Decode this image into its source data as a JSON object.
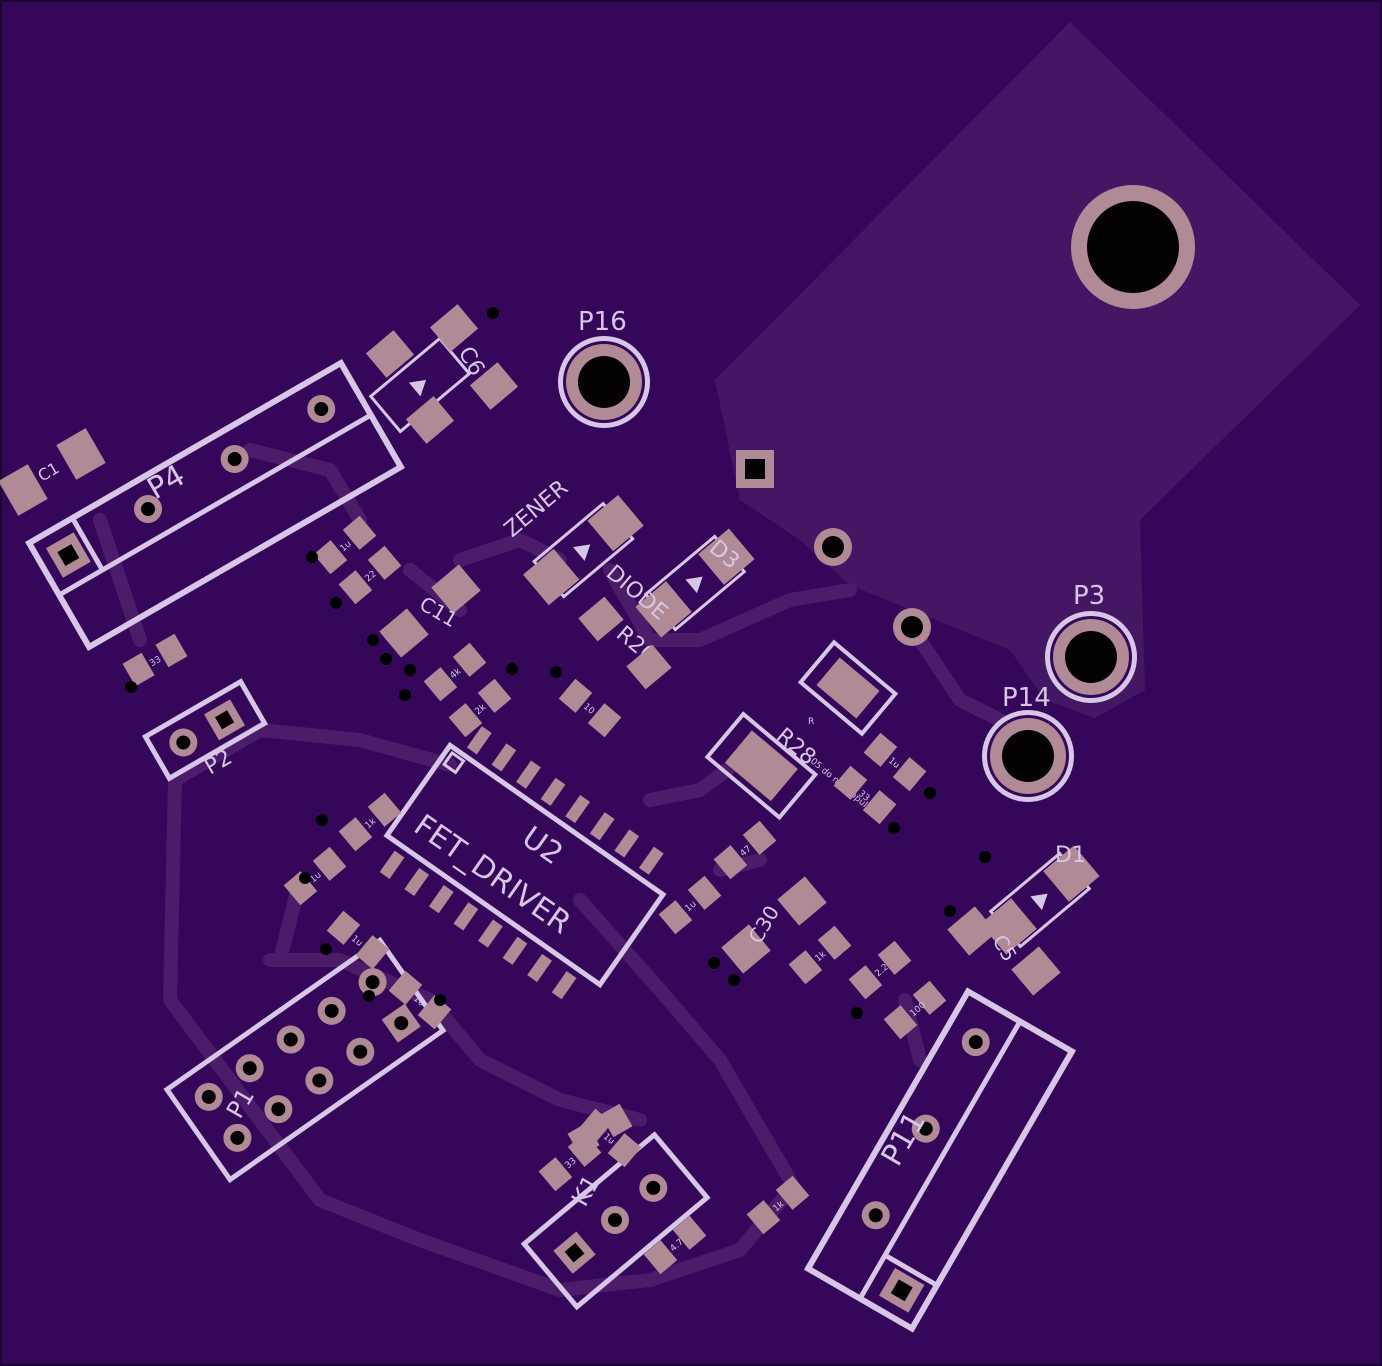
{
  "colors": {
    "board": "#34075a",
    "copper_pour": "#431763",
    "trace": "#4a1c6a",
    "silkscreen": "#d8c6e6",
    "pad": "#b08a95",
    "drill": "#050205",
    "via_hole": "#000000"
  },
  "labels": {
    "p16": "P16",
    "p3": "P3",
    "p14": "P14",
    "p4": "P4",
    "p2": "P2",
    "p1": "P1",
    "p11": "P11",
    "u2": "U2",
    "fet_driver": "FET_DRIVER",
    "c1": "C1",
    "c6": "C6",
    "c11": "C11",
    "c30": "C30",
    "c5": "C5",
    "d1": "D1",
    "d3": "D3",
    "zener": "ZENER",
    "diode": "DIODE",
    "r20": "R20",
    "r28": "R28",
    "r": "R",
    "k1": "K1",
    "populate_note": "05 do not populate"
  },
  "component_values": [
    "1u",
    "22",
    "33",
    "4k",
    "2k",
    "10",
    "1k",
    "1u",
    "1u",
    "10",
    "1u",
    "47",
    "1u",
    "33",
    "1k",
    "2.2",
    "100",
    "1u",
    "33",
    "1k",
    "4.7",
    "1u",
    "10"
  ]
}
